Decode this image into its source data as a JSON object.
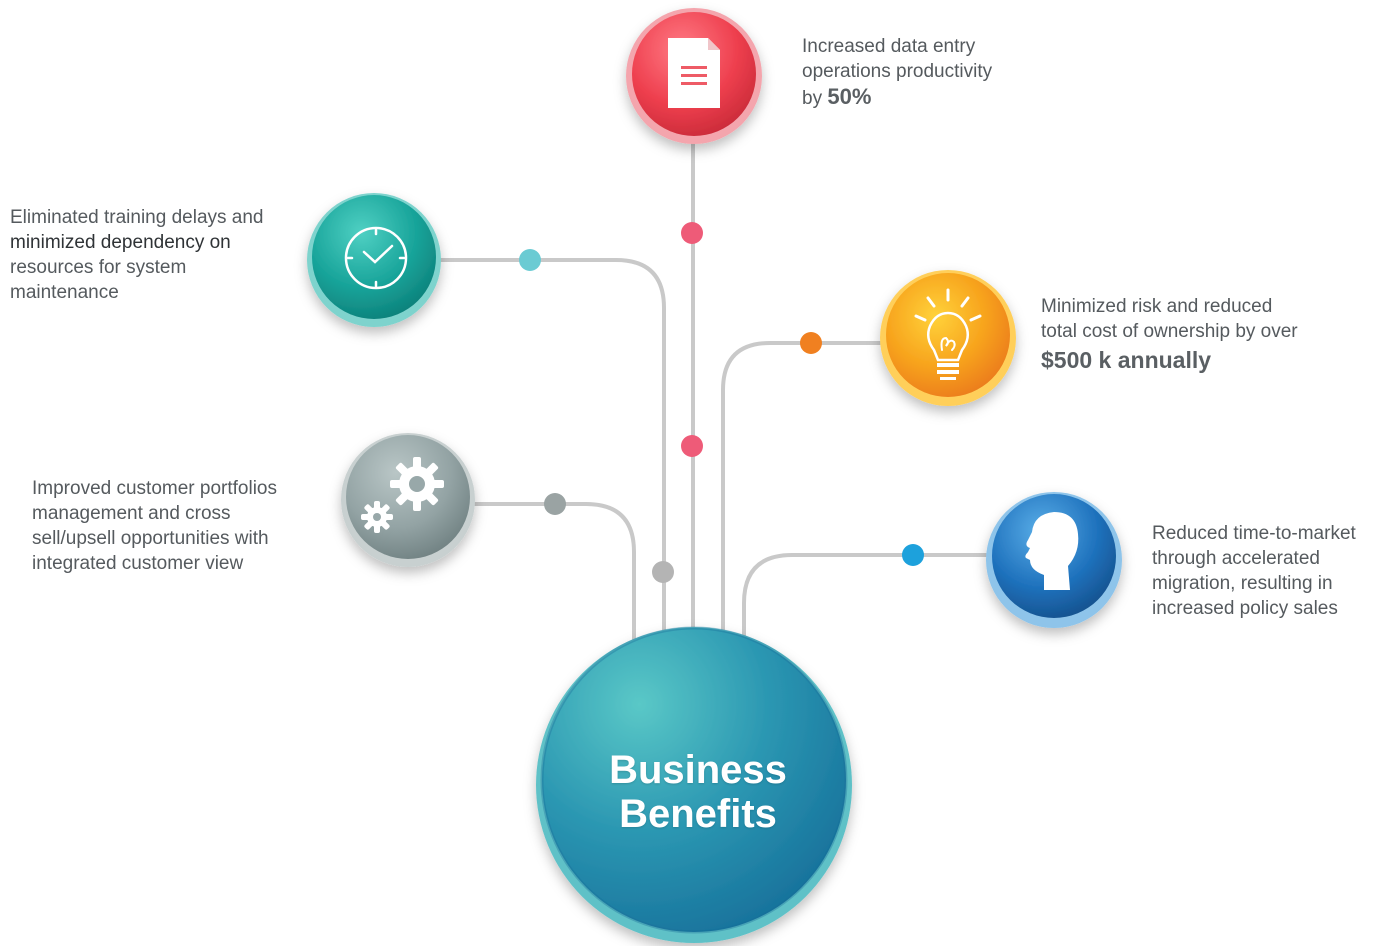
{
  "center": {
    "line1": "Business",
    "line2": "Benefits"
  },
  "benefits": [
    {
      "icon": "document-icon",
      "color": "#e8424f",
      "lines": [
        "Increased data entry",
        "operations productivity"
      ],
      "prefix": "by",
      "highlight": "50%"
    },
    {
      "icon": "clock-icon",
      "color": "#1a9e96",
      "lines": [
        "Eliminated training delays and",
        "minimized dependency on",
        "resources for system",
        "maintenance"
      ]
    },
    {
      "icon": "lightbulb-icon",
      "color": "#f39a1f",
      "lines": [
        "Minimized risk and reduced",
        "total cost of ownership by over"
      ],
      "highlight": "$500 k annually"
    },
    {
      "icon": "gears-icon",
      "color": "#8e9e9f",
      "lines": [
        "Improved customer portfolios",
        "management and cross",
        "sell/upsell opportunities with",
        "integrated customer view"
      ]
    },
    {
      "icon": "head-icon",
      "color": "#1f6fb8",
      "lines": [
        "Reduced time-to-market",
        "through accelerated",
        "migration, resulting in",
        "increased policy sales"
      ]
    }
  ]
}
